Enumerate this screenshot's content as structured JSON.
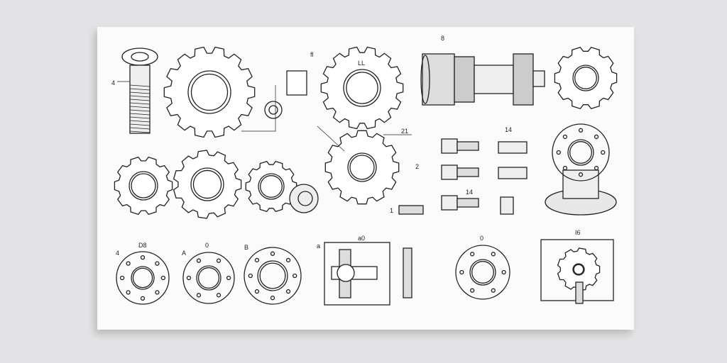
{
  "labels": {
    "a": "4",
    "b": "LL",
    "c": "8",
    "d": "14",
    "e": "21",
    "f": "2",
    "g": "1",
    "h": "14",
    "i": "D8",
    "j": "A",
    "k": "0",
    "l": "B",
    "m": "a",
    "n": "a0",
    "o": "0",
    "p": "I6",
    "q": "fl",
    "r": "4"
  },
  "colors": {
    "background": "#e3e3e5",
    "paper": "#fbfbfb",
    "ink": "#222222",
    "shade": "#cfcfcf"
  }
}
